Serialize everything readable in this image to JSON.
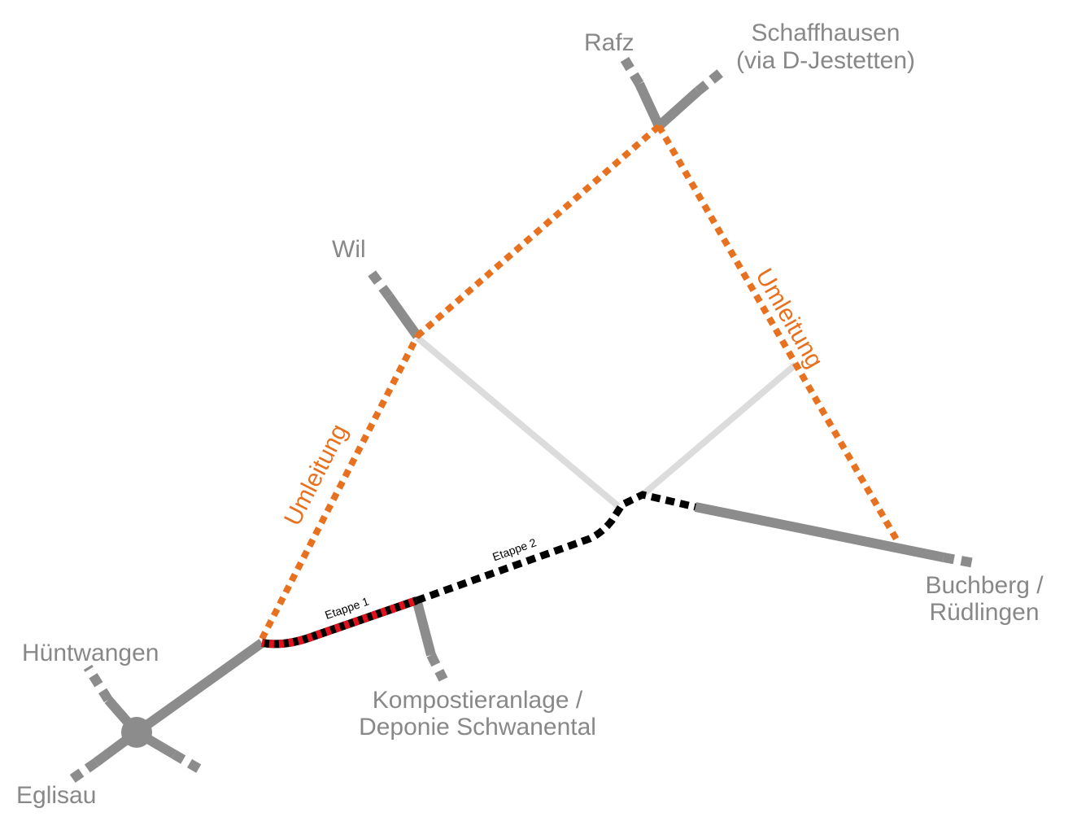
{
  "places": {
    "rafz": "Rafz",
    "schaffhausen_line1": "Schaffhausen",
    "schaffhausen_line2": "(via D-Jestetten)",
    "wil": "Wil",
    "huentwangen": "Hüntwangen",
    "eglisau": "Eglisau",
    "kompost_line1": "Kompostieranlage /",
    "kompost_line2": "Deponie Schwanental",
    "buchberg_line1": "Buchberg /",
    "buchberg_line2": "Rüdlingen"
  },
  "labels": {
    "detour_west": "Umleitung",
    "detour_east": "Umleitung",
    "stage_1": "Etappe 1",
    "stage_2": "Etappe 2"
  },
  "colors": {
    "road": "#8c8c8c",
    "closed_road": "#dcdcdc",
    "detour": "#e8711f",
    "construction": "#000000",
    "stage_1_accent": "#e0101c"
  }
}
